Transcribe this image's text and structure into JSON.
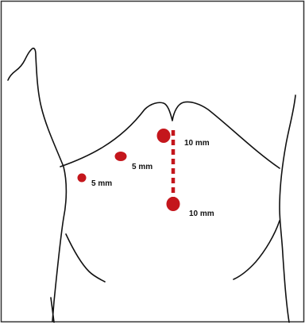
{
  "diagram": {
    "ports": [
      {
        "id": "upper-midline",
        "size_label": "10 mm"
      },
      {
        "id": "upper-left",
        "size_label": "5 mm"
      },
      {
        "id": "lateral-left",
        "size_label": "5 mm"
      },
      {
        "id": "lower-midline",
        "size_label": "10 mm"
      }
    ],
    "colors": {
      "port_marker": "#c4161c",
      "outline": "#111111",
      "background": "#ffffff"
    }
  }
}
